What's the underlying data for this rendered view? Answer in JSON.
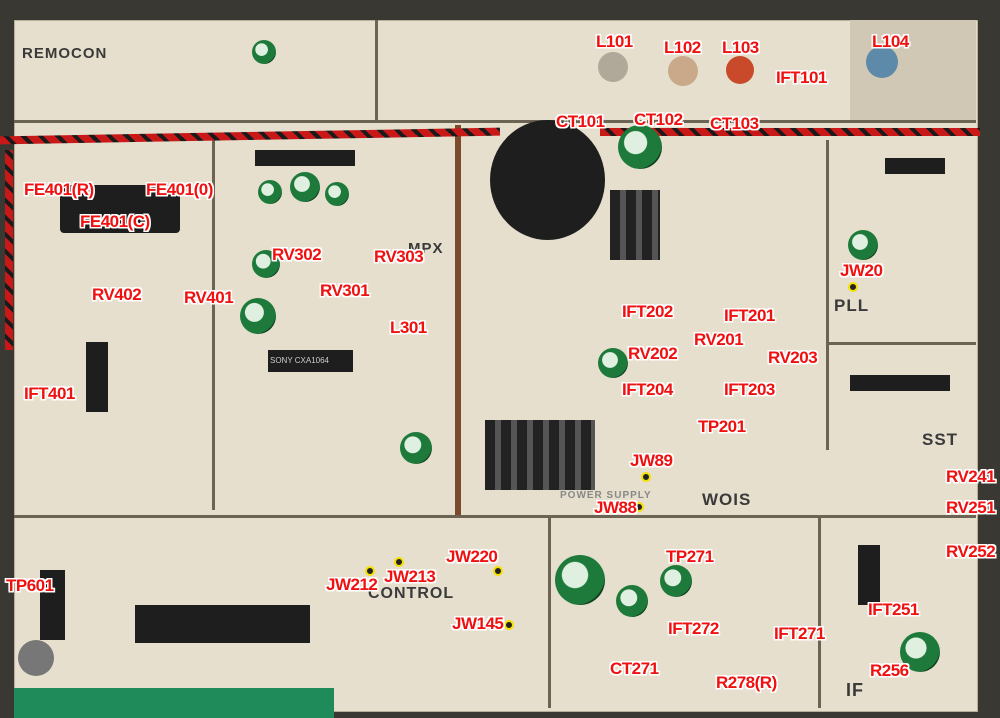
{
  "silkscreen": {
    "remocon": "REMOCON",
    "mpx": "MPX",
    "pll": "PLL",
    "sst": "SST",
    "wois": "WOIS",
    "control": "CONTROL",
    "if": "IF",
    "power": "POWER SUPPLY",
    "ic_mpx": "SONY CXA1064"
  },
  "labels": {
    "L101": "L101",
    "L102": "L102",
    "L103": "L103",
    "L104": "L104",
    "IFT101": "IFT101",
    "CT101": "CT101",
    "CT102": "CT102",
    "CT103": "CT103",
    "FE401R": "FE401(R)",
    "FE401O": "FE401(0)",
    "FE401C": "FE401(C)",
    "RV302": "RV302",
    "RV303": "RV303",
    "RV301": "RV301",
    "RV402": "RV402",
    "RV401": "RV401",
    "L301": "L301",
    "JW20": "JW20",
    "IFT202": "IFT202",
    "IFT201": "IFT201",
    "RV201": "RV201",
    "RV202": "RV202",
    "RV203": "RV203",
    "IFT401": "IFT401",
    "IFT204": "IFT204",
    "IFT203": "IFT203",
    "TP201": "TP201",
    "JW89": "JW89",
    "JW88": "JW88",
    "RV241": "RV241",
    "RV251": "RV251",
    "RV252": "RV252",
    "JW220": "JW220",
    "TP271": "TP271",
    "JW212": "JW212",
    "JW213": "JW213",
    "TP601": "TP601",
    "JW145": "JW145",
    "IFT251": "IFT251",
    "IFT272": "IFT272",
    "IFT271": "IFT271",
    "CT271": "CT271",
    "R256": "R256",
    "R278R": "R278(R)"
  }
}
